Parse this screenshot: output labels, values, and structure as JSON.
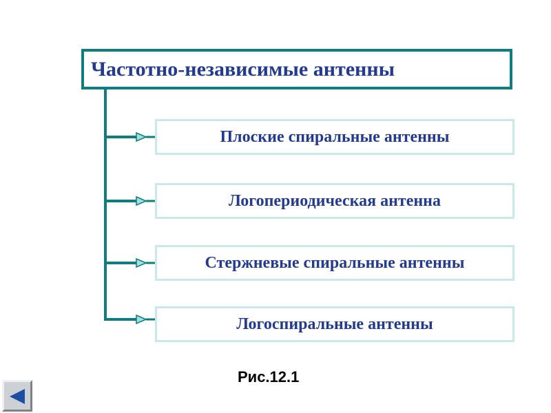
{
  "diagram": {
    "title": "Частотно-независимые антенны",
    "items": [
      "Плоские спиральные антенны",
      "Логопериодическая антенна",
      "Стержневые спиральные антенны",
      "Логоспиральные антенны"
    ],
    "caption": "Рис.12.1"
  },
  "navigation": {
    "back_icon": "triangle-left-icon"
  },
  "colors": {
    "accent": "#0f7d7d",
    "box_border": "#c7e9e9",
    "text": "#233a8e",
    "arrow_head_fill": "#9fe0e0",
    "button_face": "#cdd0d4",
    "button_icon": "#1d4fa0"
  }
}
